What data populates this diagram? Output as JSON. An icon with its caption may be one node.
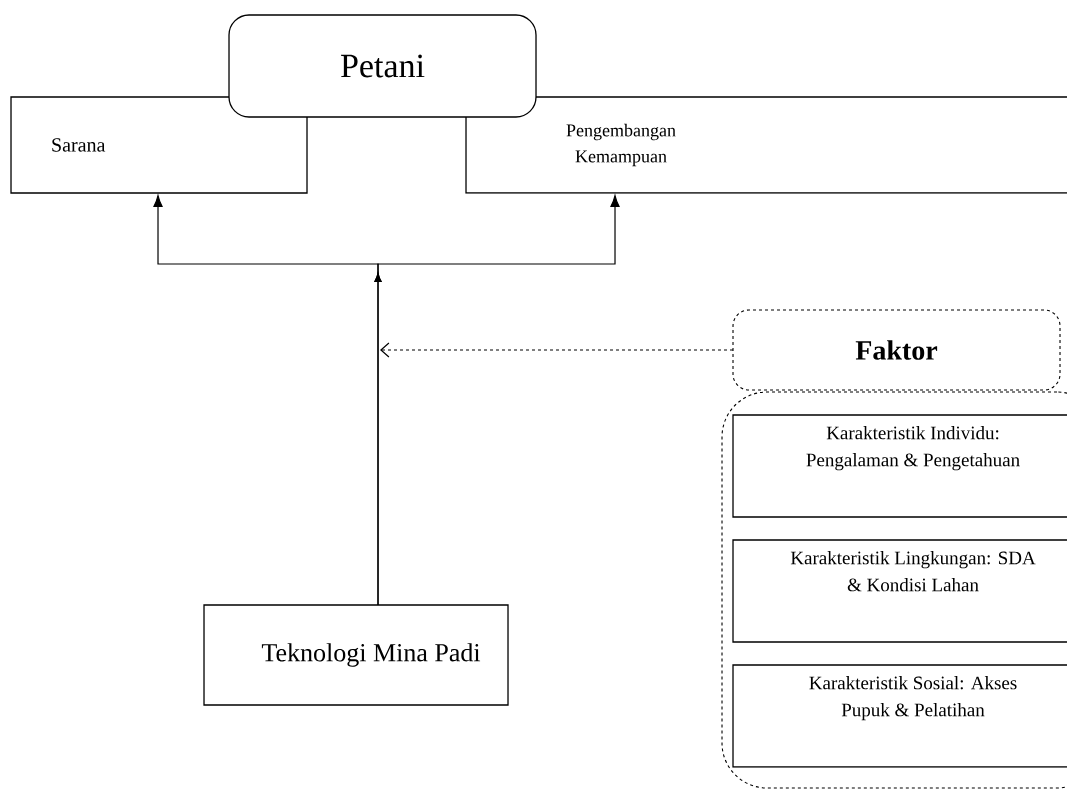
{
  "diagram": {
    "nodes": [
      {
        "text": [
          "Sarana"
        ]
      },
      {
        "text": [
          "Pengembangan Kemampuan"
        ]
      },
      {
        "text": [
          "Petani"
        ]
      },
      {
        "text": [
          "Teknologi Mina Padi"
        ]
      },
      {
        "text": [
          "Faktor"
        ]
      },
      {
        "text": [],
        "shape": "box"
      },
      {
        "text": [
          "Karakteristik Individu: Pengalaman & Pengetahuan"
        ],
        "in": 5
      },
      {
        "text": [
          "Karakteristik Lingkungan: SDA & Kondisi Lahan"
        ],
        "in": 5
      },
      {
        "text": [
          "Karakteristik Sosial: Akses Pupuk & Pelatihan"
        ],
        "in": 5
      }
    ],
    "edges": [
      {
        "from": 3,
        "to": 0,
        "arrow": "to"
      },
      {
        "from": 3,
        "to": 1,
        "arrow": "to"
      },
      {
        "from": 4,
        "to": null,
        "arrow": "to",
        "style": "dashed"
      }
    ]
  }
}
